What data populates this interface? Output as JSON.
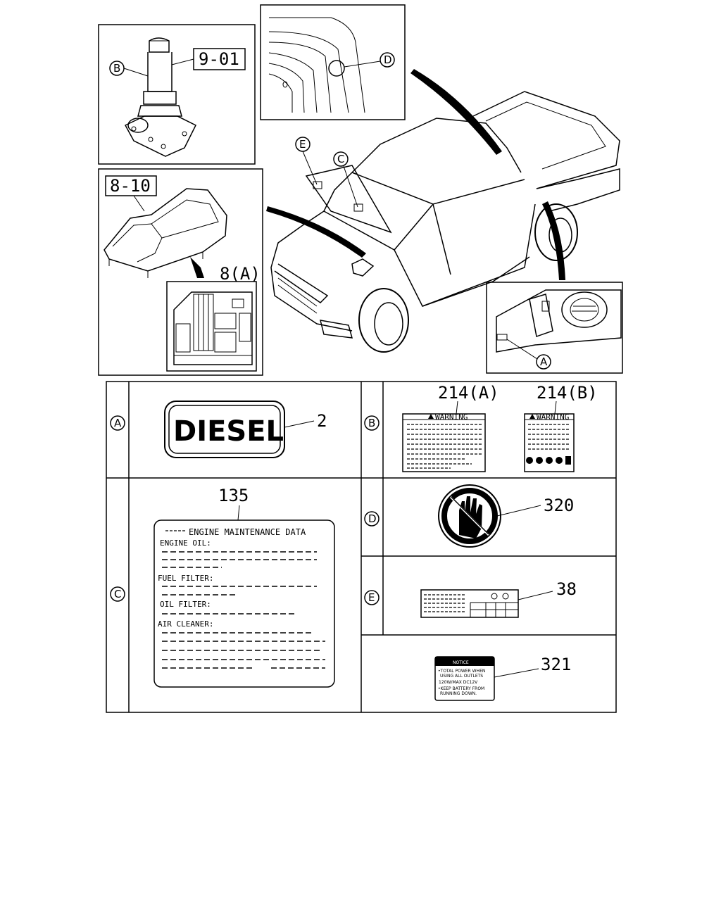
{
  "callouts": {
    "jack": "9-01",
    "fusebox": "8-10",
    "fusebox_label": "8(A)",
    "diesel": "2",
    "warning_a": "214(A)",
    "warning_b": "214(B)",
    "maintenance": "135",
    "no_hand": "320",
    "hood_label": "38",
    "notice": "321"
  },
  "letters": {
    "a": "A",
    "b": "B",
    "c": "C",
    "d": "D",
    "e": "E"
  },
  "labels": {
    "diesel_text": "DIESEL",
    "warning_word": "WARNING",
    "maint_title": "ENGINE MAINTENANCE DATA",
    "engine_oil": "ENGINE OIL:",
    "fuel_filter": "FUEL FILTER:",
    "oil_filter": "OIL FILTER:",
    "air_cleaner": "AIR CLEANER:",
    "notice_title": "NOTICE",
    "notice_line1": "•TOTAL POWER WHEN",
    "notice_line2": "USING ALL OUTLETS",
    "notice_line3": "120W/MAX DC12V",
    "notice_line4": "•KEEP BATTERY FROM",
    "notice_line5": "RUNNING DOWN."
  }
}
